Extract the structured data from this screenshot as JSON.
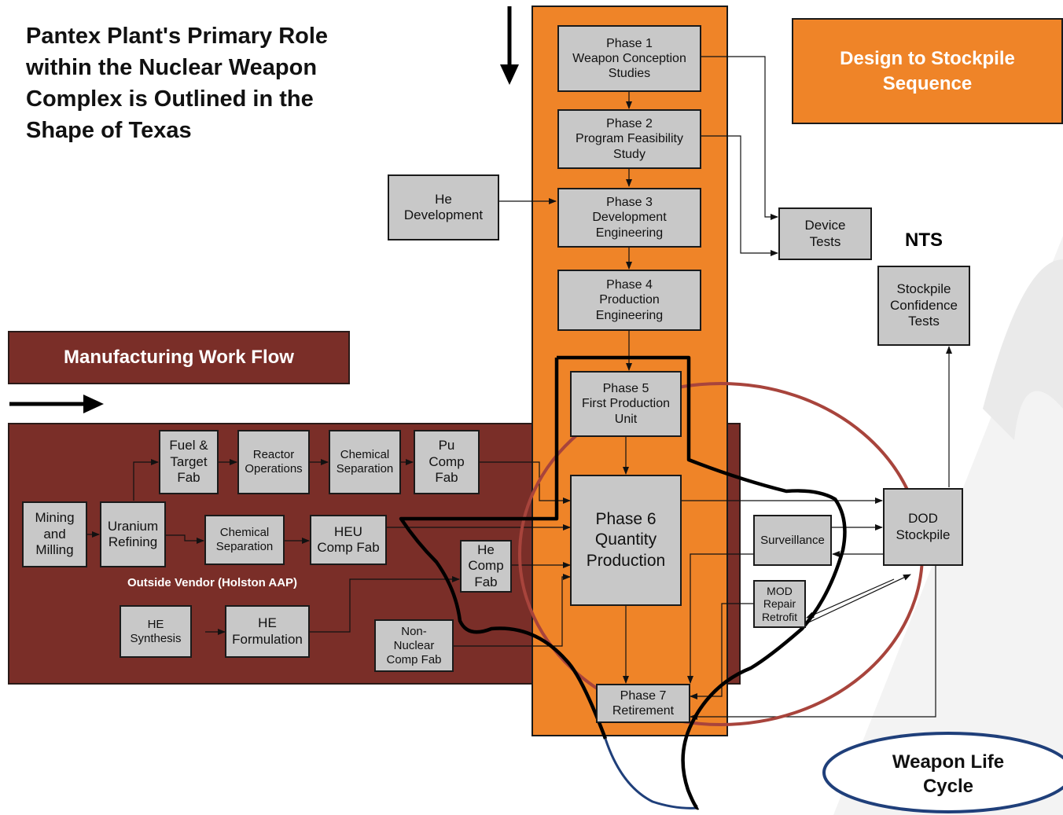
{
  "title": "Pantex Plant's Primary Role\nwithin the Nuclear Weapon\nComplex is Outlined in the\nShape of Texas",
  "headers": {
    "design_sequence": "Design to Stockpile\nSequence",
    "manufacturing": "Manufacturing Work Flow",
    "nts": "NTS",
    "weapon_life_cycle": "Weapon Life\nCycle",
    "outside_vendor": "Outside Vendor (Holston AAP)"
  },
  "phases": {
    "p1": "Phase 1\nWeapon Conception\nStudies",
    "p2": "Phase 2\nProgram Feasibility\nStudy",
    "p3": "Phase 3\nDevelopment\nEngineering",
    "p4": "Phase 4\nProduction\nEngineering",
    "p5": "Phase 5\nFirst Production\nUnit",
    "p6": "Phase 6\nQuantity\nProduction",
    "p7": "Phase 7\nRetirement"
  },
  "boxes": {
    "he_development": "He\nDevelopment",
    "device_tests": "Device\nTests",
    "stockpile_tests": "Stockpile\nConfidence\nTests",
    "dod_stockpile": "DOD\nStockpile",
    "surveillance": "Surveillance",
    "mod_repair": "MOD\nRepair\nRetrofit",
    "mining": "Mining\nand\nMilling",
    "uranium": "Uranium\nRefining",
    "fuel_target": "Fuel &\nTarget\nFab",
    "reactor": "Reactor\nOperations",
    "chem_sep_1": "Chemical\nSeparation",
    "pu_comp": "Pu\nComp\nFab",
    "chem_sep_2": "Chemical\nSeparation",
    "heu_comp": "HEU\nComp Fab",
    "he_comp": "He\nComp\nFab",
    "he_synthesis": "HE\nSynthesis",
    "he_formulation": "HE\nFormulation",
    "non_nuclear": "Non-\nNuclear\nComp Fab"
  },
  "colors": {
    "orange": "#ef8428",
    "maroon": "#7a2e28",
    "box_gray": "#c8c8c8",
    "circle_red": "#a8443c",
    "ellipse_blue": "#1f3f7a"
  }
}
